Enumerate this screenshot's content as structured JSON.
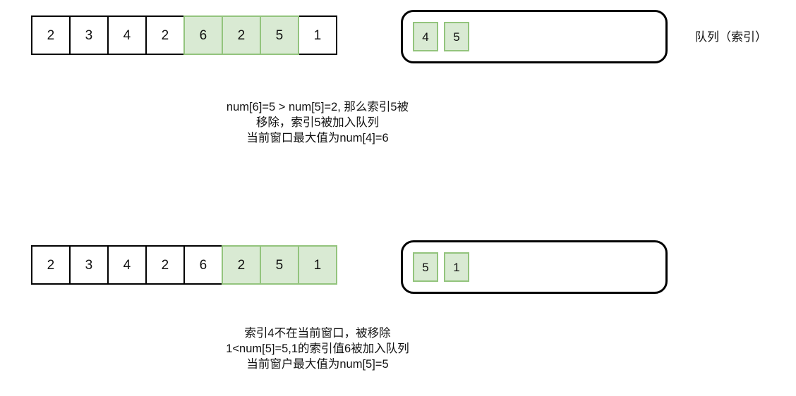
{
  "diagram": {
    "title_label": "队列（索引）",
    "steps": [
      {
        "id": "step-1",
        "array": {
          "name": "nums-array-step-1",
          "cells": [
            {
              "value": "2",
              "highlighted": false
            },
            {
              "value": "3",
              "highlighted": false
            },
            {
              "value": "4",
              "highlighted": false
            },
            {
              "value": "2",
              "highlighted": false
            },
            {
              "value": "6",
              "highlighted": true
            },
            {
              "value": "2",
              "highlighted": true
            },
            {
              "value": "5",
              "highlighted": true
            },
            {
              "value": "1",
              "highlighted": false
            }
          ]
        },
        "queue": {
          "name": "deque-step-1",
          "cells": [
            {
              "value": "4"
            },
            {
              "value": "5"
            }
          ]
        },
        "caption": [
          "num[6]=5  > num[5]=2, 那么索引5被",
          "移除，索引5被加入队列",
          "当前窗口最大值为num[4]=6"
        ]
      },
      {
        "id": "step-2",
        "array": {
          "name": "nums-array-step-2",
          "cells": [
            {
              "value": "2",
              "highlighted": false
            },
            {
              "value": "3",
              "highlighted": false
            },
            {
              "value": "4",
              "highlighted": false
            },
            {
              "value": "2",
              "highlighted": false
            },
            {
              "value": "6",
              "highlighted": false
            },
            {
              "value": "2",
              "highlighted": true
            },
            {
              "value": "5",
              "highlighted": true
            },
            {
              "value": "1",
              "highlighted": true
            }
          ]
        },
        "queue": {
          "name": "deque-step-2",
          "cells": [
            {
              "value": "5"
            },
            {
              "value": "1"
            }
          ]
        },
        "caption": [
          "索引4不在当前窗口，被移除",
          "1<num[5]=5,1的索引值6被加入队列",
          "当前窗户最大值为num[5]=5"
        ]
      }
    ],
    "colors": {
      "highlight_fill": "#d9ead3",
      "highlight_border": "#93c47d",
      "cell_border": "#000000",
      "text": "#111111",
      "background": "#ffffff"
    }
  }
}
